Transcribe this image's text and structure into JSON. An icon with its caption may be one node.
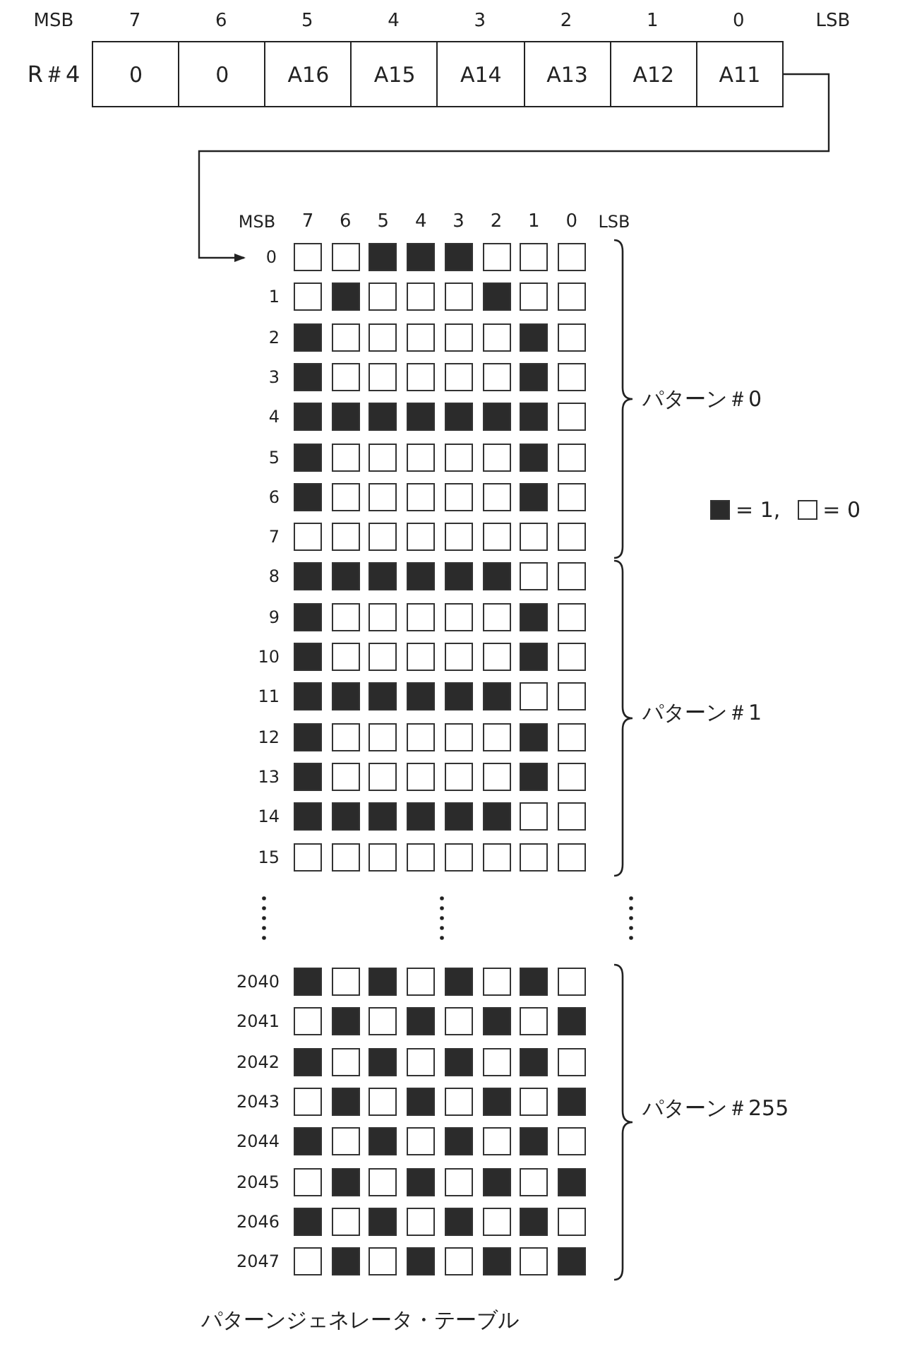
{
  "diagram": {
    "caption": "パターンジェネレータ・テーブル",
    "nodes": [
      {
        "text": [
          "0"
        ]
      },
      {
        "text": [
          "0"
        ]
      },
      {
        "text": [
          "A16"
        ]
      },
      {
        "text": [
          "A15"
        ]
      },
      {
        "text": [
          "A14"
        ]
      },
      {
        "text": [
          "A13"
        ]
      },
      {
        "text": [
          "A12"
        ]
      },
      {
        "text": [
          "A11"
        ]
      },
      {
        "text": [
          "0"
        ]
      }
    ],
    "edges": [
      {
        "from": 7,
        "to": 8,
        "arrow": "to"
      }
    ],
    "labels": [
      "MSB",
      "7",
      "6",
      "5",
      "4",
      "3",
      "2",
      "1",
      "0",
      "LSB",
      "R＃4",
      "MSB",
      "7",
      "6",
      "5",
      "4",
      "3",
      "2",
      "1",
      "0",
      "LSB",
      "1",
      "2",
      "3",
      "4",
      "5",
      "6",
      "7",
      "8",
      "9",
      "10",
      "11",
      "12",
      "13",
      "14",
      "15",
      "2040",
      "2041",
      "2042",
      "2043",
      "2044",
      "2045",
      "2046",
      "2047",
      "パターン＃0",
      "パターン＃1",
      "パターン＃255"
    ],
    "legend": [
      {
        "text": "= 1,",
        "color": "#2b2b2b"
      },
      {
        "text": "= 0",
        "color": "#ffffff"
      }
    ]
  }
}
